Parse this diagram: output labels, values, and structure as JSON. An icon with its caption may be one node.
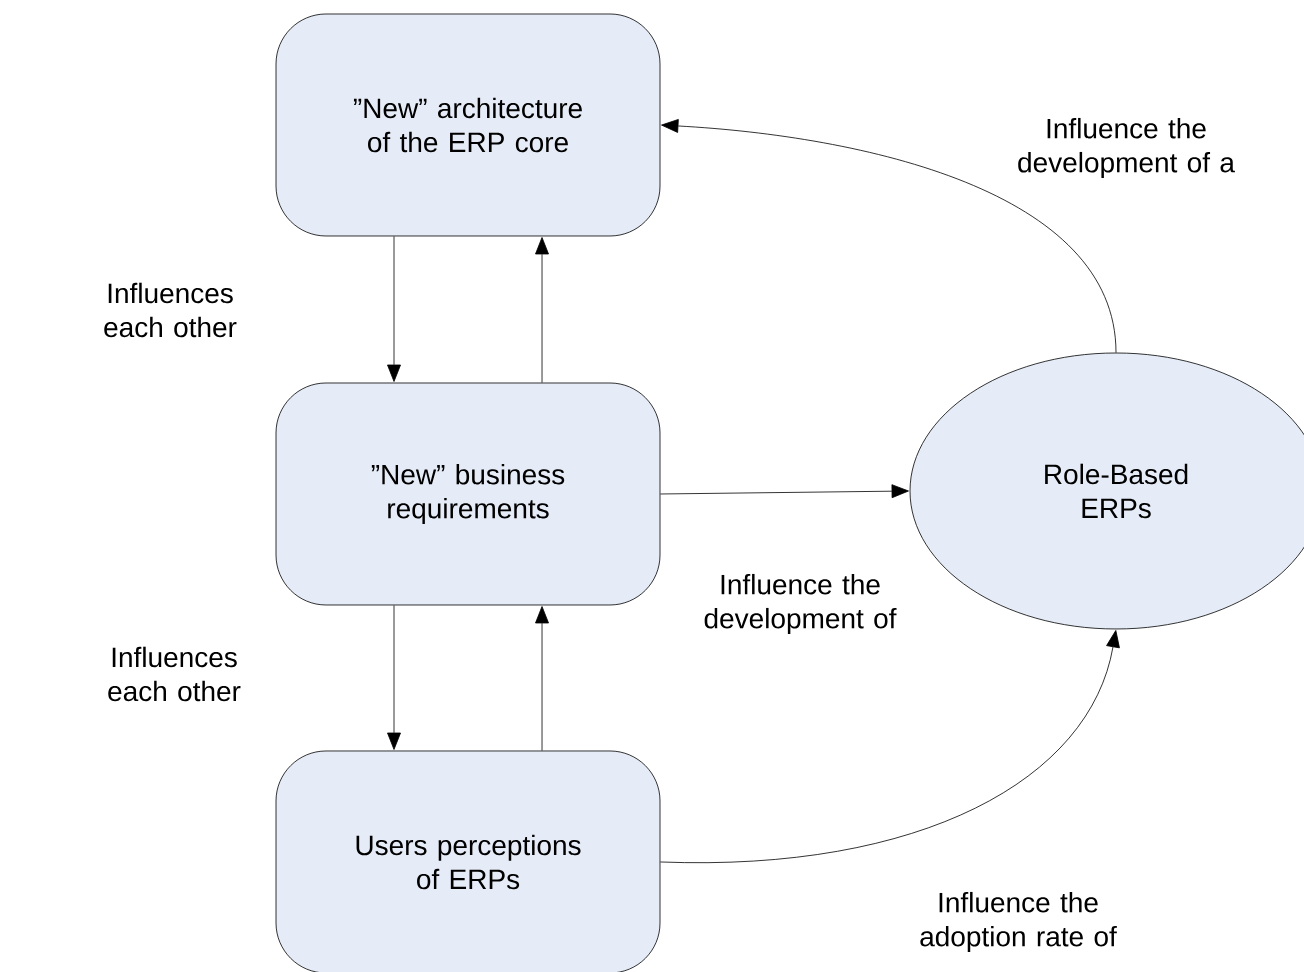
{
  "diagram": {
    "nodes": [
      {
        "text": [
          "”New” architecture of the ERP core"
        ]
      },
      {
        "text": [
          "”New” business requirements"
        ]
      },
      {
        "text": [
          "Users perceptions of ERPs"
        ]
      },
      {
        "text": [
          "Role-Based ERPs"
        ]
      }
    ],
    "edges": [
      {
        "from": 0,
        "to": 1,
        "arrow": "to"
      },
      {
        "from": 1,
        "to": 0,
        "arrow": "to"
      },
      {
        "from": 1,
        "to": 2,
        "arrow": "to"
      },
      {
        "from": 2,
        "to": 1,
        "arrow": "to"
      },
      {
        "from": 1,
        "to": 3,
        "arrow": "to",
        "label": "Influence the development of"
      },
      {
        "from": 3,
        "to": 0,
        "arrow": "to",
        "label": "Influence the development of a"
      },
      {
        "from": 2,
        "to": 3,
        "arrow": "to",
        "label": "Influence the adoption rate of"
      }
    ],
    "labels": [
      "Influences each other",
      "Influences each other"
    ]
  }
}
